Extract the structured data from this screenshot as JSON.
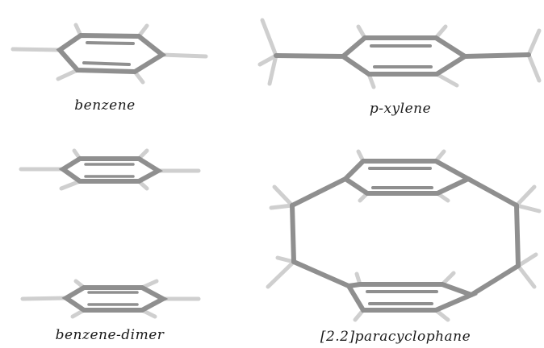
{
  "captions": {
    "benzene": "benzene",
    "xylene": "p-xylene",
    "dimer": "benzene-dimer",
    "cyclophane": "[2.2]paracyclophane"
  },
  "colors": {
    "carbon_bond": "#8c8c8c",
    "carbon_bond_highlight": "#b8b8b8",
    "hydrogen_bond": "#d0d0d0",
    "hydrogen_highlight": "#f2f2f2",
    "background": "#ffffff"
  }
}
